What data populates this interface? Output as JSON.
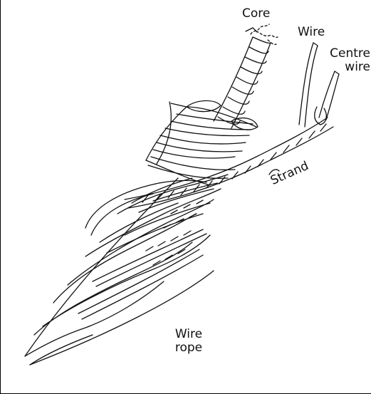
{
  "labels": {
    "core": "Core",
    "wire": "Wire",
    "centre_wire_line1": "Centre",
    "centre_wire_line2": "wire",
    "strand": "Strand",
    "wire_rope_line1": "Wire",
    "wire_rope_line2": "rope"
  }
}
